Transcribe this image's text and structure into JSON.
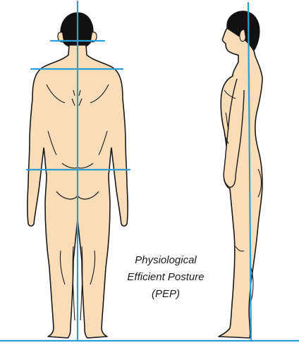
{
  "caption": {
    "line1": "Physiological",
    "line2": "Efficient Posture",
    "line3": "(PEP)"
  },
  "colors": {
    "skin": "#f9dcb8",
    "outline": "#1a1a1a",
    "hair": "#111111",
    "guide_line": "#2a9fd6",
    "background": "#ffffff"
  },
  "figures": [
    "back-view",
    "side-view"
  ]
}
